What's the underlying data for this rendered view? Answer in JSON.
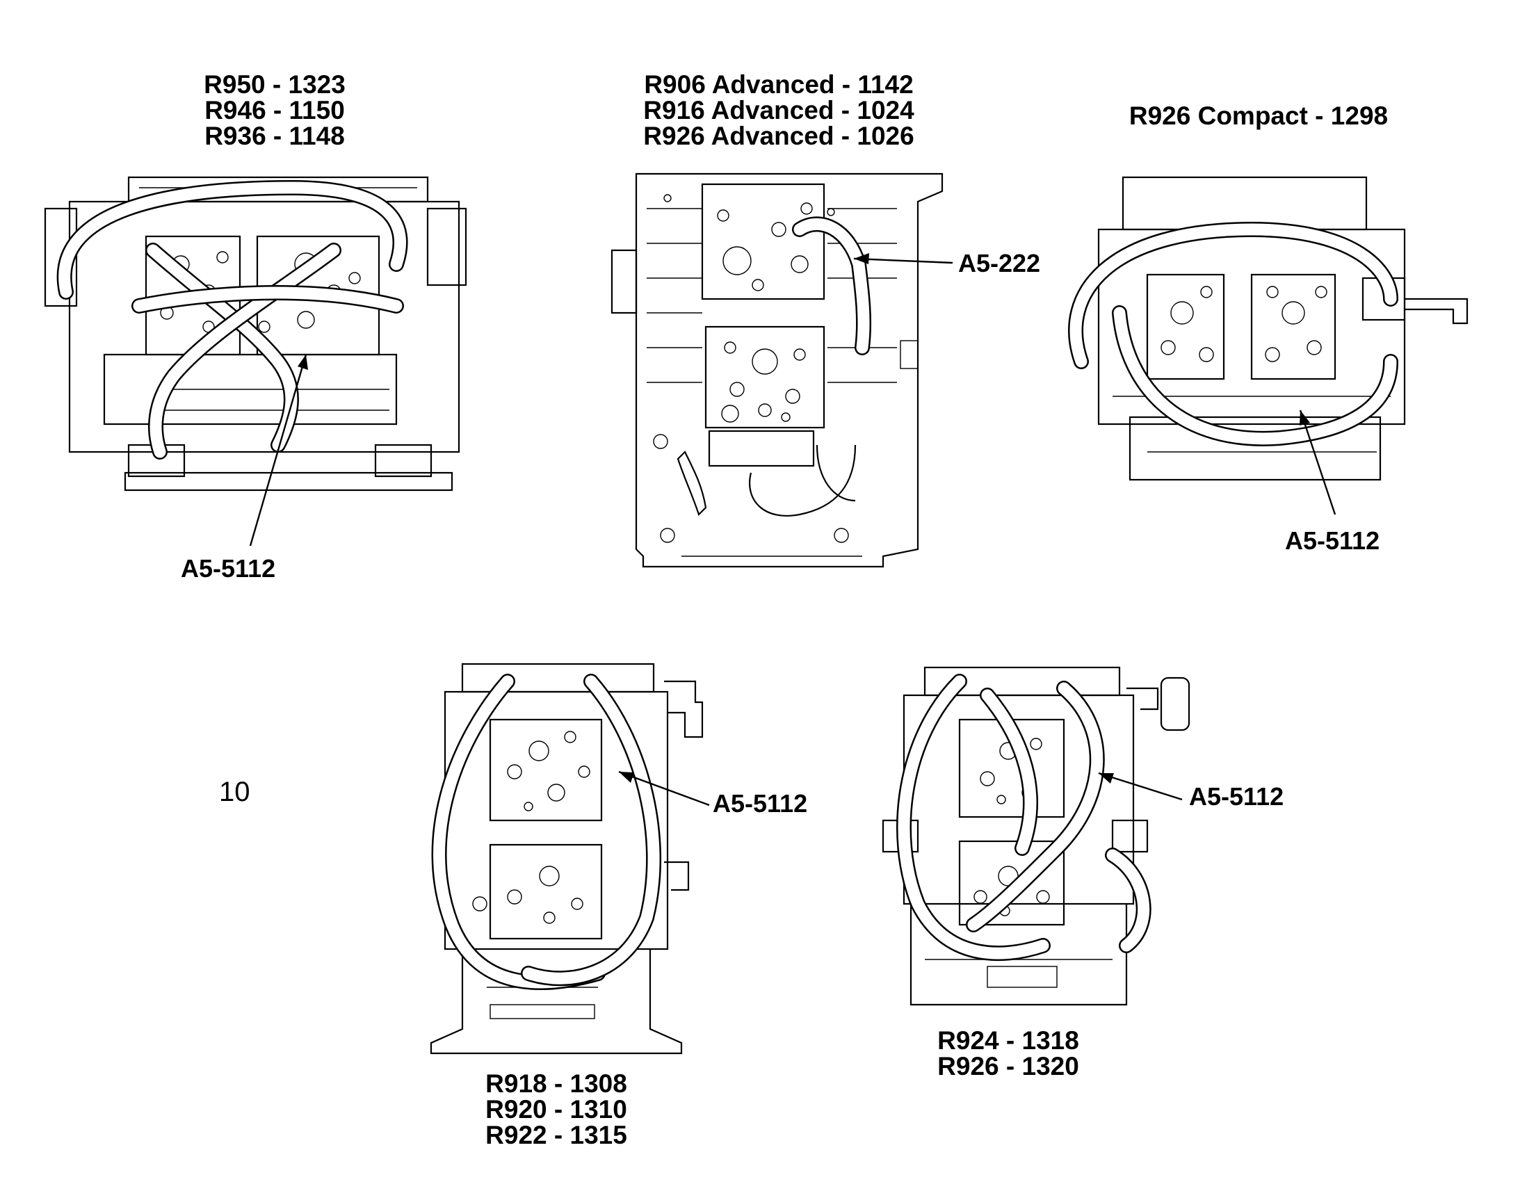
{
  "page_number": "10",
  "views": [
    {
      "id": "view-1",
      "labels": [
        "R950 - 1323",
        "R946 - 1150",
        "R936 - 1148"
      ],
      "callout": "A5-5112"
    },
    {
      "id": "view-2",
      "labels": [
        "R906 Advanced - 1142",
        "R916 Advanced - 1024",
        "R926 Advanced - 1026"
      ],
      "callout": "A5-222"
    },
    {
      "id": "view-3",
      "labels": [
        "R926 Compact - 1298"
      ],
      "callout": "A5-5112"
    },
    {
      "id": "view-4",
      "labels": [
        "R918 - 1308",
        "R920 - 1310",
        "R922 - 1315"
      ],
      "callout": "A5-5112"
    },
    {
      "id": "view-5",
      "labels": [
        "R924 - 1318",
        "R926 - 1320"
      ],
      "callout": "A5-5112"
    }
  ]
}
